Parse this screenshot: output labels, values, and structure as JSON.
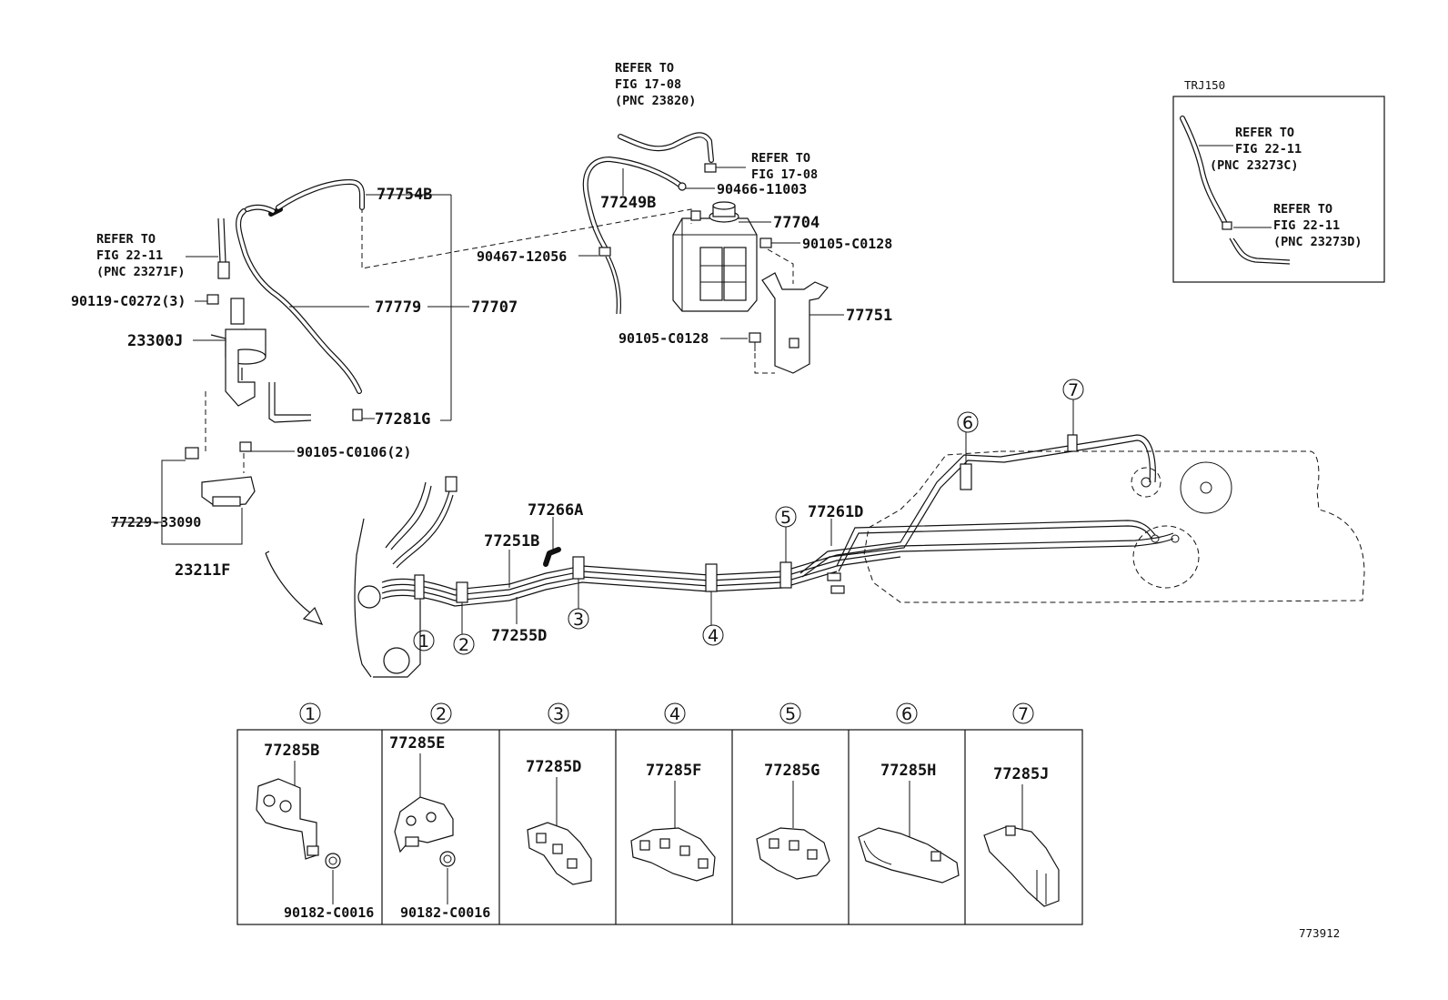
{
  "model_code": "TRJ150",
  "figure_number": "773912",
  "parts": {
    "p77754B": "77754B",
    "p77779": "77779",
    "p77707": "77707",
    "p77281G": "77281G",
    "p23300J": "23300J",
    "p90119": "90119-C0272(3)",
    "p90105_0106": "90105-C0106(2)",
    "p77229": "77229-33090",
    "p23211F": "23211F",
    "p77249B": "77249B",
    "p90466": "90466-11003",
    "p77704": "77704",
    "p90105_0128a": "90105-C0128",
    "p90467": "90467-12056",
    "p77751": "77751",
    "p90105_0128b": "90105-C0128",
    "p77266A": "77266A",
    "p77251B": "77251B",
    "p77255D": "77255D",
    "p77261D": "77261D"
  },
  "refs": {
    "ref_a": [
      "REFER TO",
      "FIG 17-08",
      "(PNC 23820)"
    ],
    "ref_b": [
      "REFER TO",
      "FIG 17-08"
    ],
    "ref_c": [
      "REFER TO",
      "FIG 22-11",
      "(PNC 23271F)"
    ],
    "ref_d": [
      "REFER TO",
      "FIG 22-11",
      "(PNC 23273C)"
    ],
    "ref_e": [
      "REFER TO",
      "FIG 22-11",
      "(PNC 23273D)"
    ]
  },
  "callouts": [
    "1",
    "2",
    "3",
    "4",
    "5",
    "6",
    "7"
  ],
  "clamps": [
    {
      "callout": "1",
      "part": "77285B",
      "nut": "90182-C0016"
    },
    {
      "callout": "2",
      "part": "77285E",
      "nut": "90182-C0016"
    },
    {
      "callout": "3",
      "part": "77285D"
    },
    {
      "callout": "4",
      "part": "77285F"
    },
    {
      "callout": "5",
      "part": "77285G"
    },
    {
      "callout": "6",
      "part": "77285H"
    },
    {
      "callout": "7",
      "part": "77285J"
    }
  ]
}
